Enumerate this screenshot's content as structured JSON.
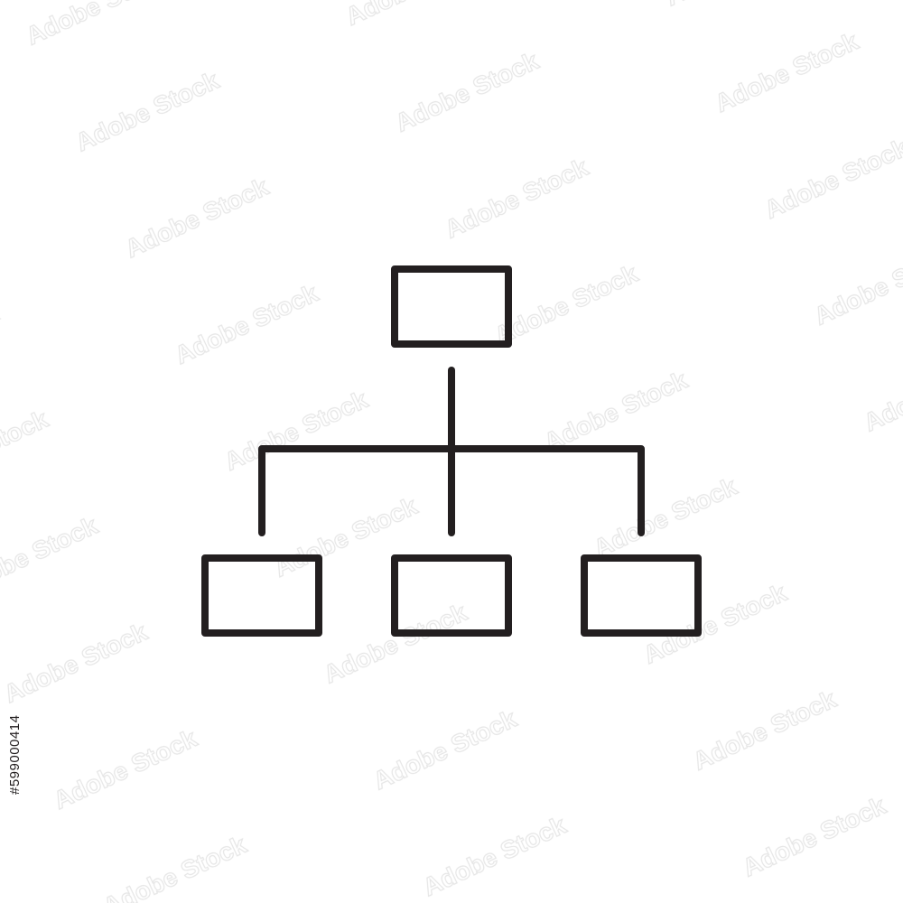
{
  "figure": {
    "icon": "hierarchy-org-chart-icon",
    "stroke_color": "#231f20",
    "background_color": "#ffffff",
    "structure": {
      "root": 1,
      "children": 3
    }
  },
  "watermark": {
    "text": "Adobe Stock",
    "color": "#e6e6e6"
  },
  "stock_id": {
    "text": "#599000414",
    "color": "#231f20"
  }
}
